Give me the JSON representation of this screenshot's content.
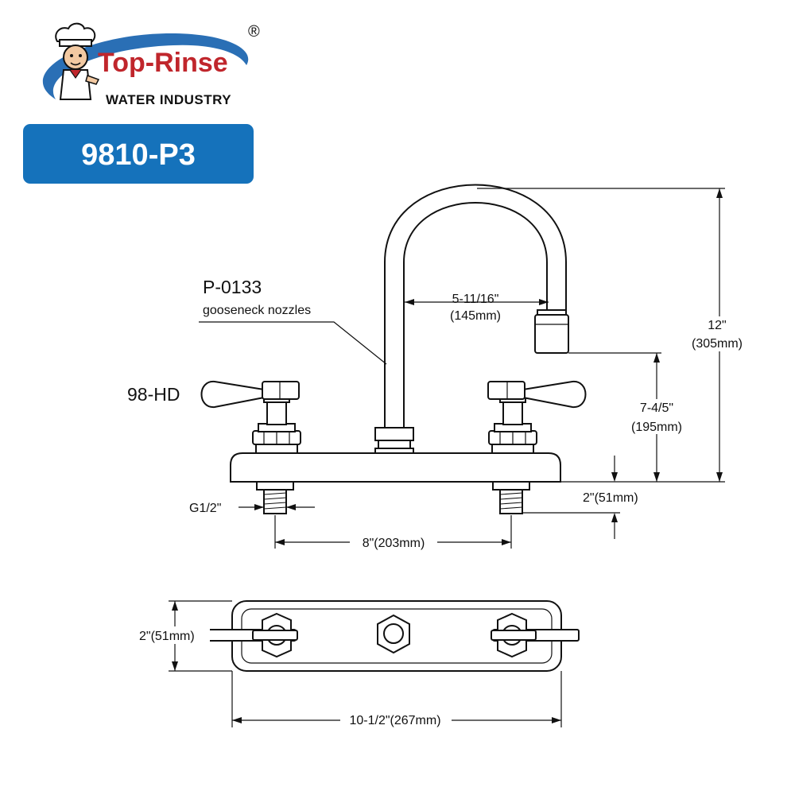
{
  "brand": {
    "name": "Top-Rinse",
    "subtitle": "WATER INDUSTRY",
    "registered_mark": "®",
    "colors": {
      "swoosh": "#2a6fb5",
      "name_text": "#c0262c"
    }
  },
  "model": {
    "code": "9810-P3",
    "badge_color": "#1572bb",
    "text_color": "#ffffff"
  },
  "callouts": {
    "nozzle_part": "P-0133",
    "nozzle_desc": "gooseneck nozzles",
    "handle_part": "98-HD",
    "thread": "G1/2\""
  },
  "dimensions": {
    "reach_in": "5-11/16\"",
    "reach_mm": "(145mm)",
    "height_in": "12\"",
    "height_mm": "(305mm)",
    "spout_clearance_in": "7-4/5\"",
    "spout_clearance_mm": "(195mm)",
    "shank_length": "2\"(51mm)",
    "center_spacing": "8\"(203mm)",
    "base_depth": "2\"(51mm)",
    "base_length": "10-1/2\"(267mm)"
  }
}
